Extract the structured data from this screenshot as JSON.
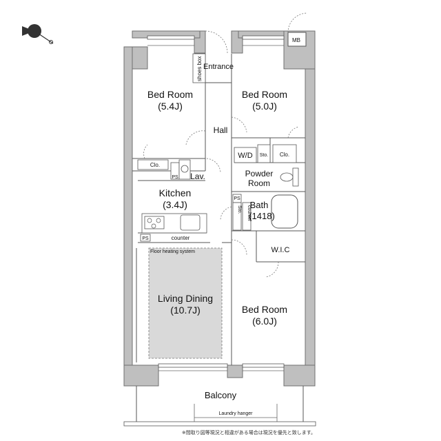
{
  "rooms": {
    "bed1": {
      "name": "Bed Room",
      "size": "(5.4J)"
    },
    "bed2": {
      "name": "Bed Room",
      "size": "(5.0J)"
    },
    "bed3": {
      "name": "Bed Room",
      "size": "(6.0J)"
    },
    "kitchen": {
      "name": "Kitchen",
      "size": "(3.4J)"
    },
    "living": {
      "name": "Living Dining",
      "size": "(10.7J)"
    },
    "bath": {
      "name": "Bath",
      "size": "(1418)"
    },
    "powder": {
      "name": "Powder",
      "name2": "Room"
    },
    "hall": "Hall",
    "entrance": "Entrance",
    "balcony": "Balcony"
  },
  "labels": {
    "mb": "MB",
    "shoes_box": "shoes box",
    "wd": "W/D",
    "sto": "Sto.",
    "clo": "Clo.",
    "lav": "Lav.",
    "ps": "PS",
    "counter": "counter",
    "wic": "W.I.C",
    "floor_heating": "Floor heating system",
    "laundry_hanger": "Laundry hanger"
  },
  "footnote": "※間取り図等現況と相違がある場合は現況を優先と致します。"
}
